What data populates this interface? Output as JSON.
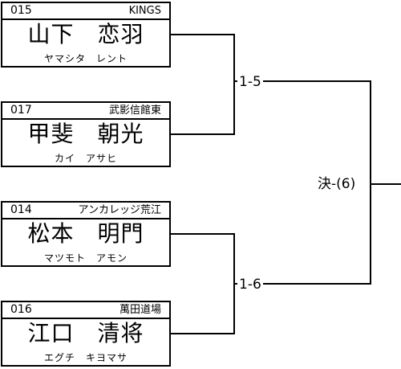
{
  "players": [
    {
      "number": "015",
      "team": "KINGS",
      "name": "山下　恋羽",
      "kana": "ヤマシタ　レント"
    },
    {
      "number": "017",
      "team": "武影信館東",
      "name": "甲斐　朝光",
      "kana": "カイ　アサヒ"
    },
    {
      "number": "014",
      "team": "アンカレッジ荒江",
      "name": "松本　明門",
      "kana": "マツモト　アモン"
    },
    {
      "number": "016",
      "team": "萬田道場",
      "name": "江口　清将",
      "kana": "エグチ　キヨマサ"
    }
  ],
  "matches": {
    "top": {
      "score": "1-5"
    },
    "bottom": {
      "score": "1-6"
    },
    "next": {
      "label": "決-(6)"
    }
  }
}
